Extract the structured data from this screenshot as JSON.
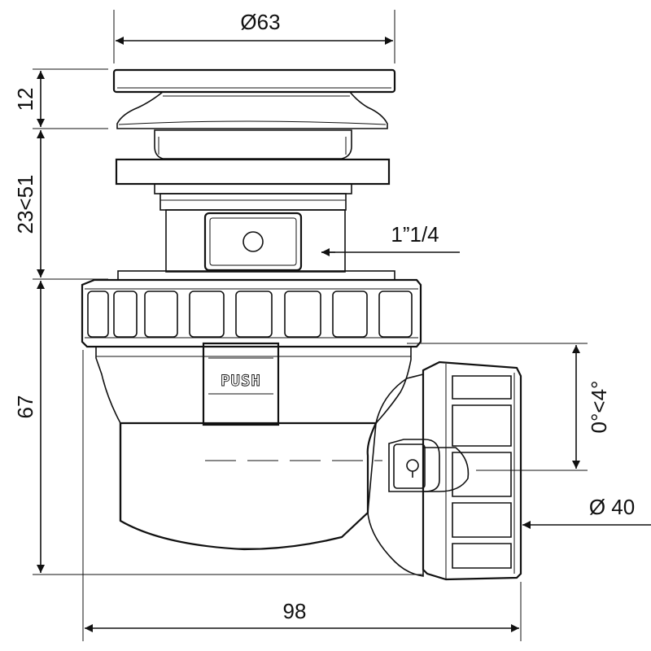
{
  "dimensions": {
    "top_diameter": "Ø63",
    "cap_height": "12",
    "adjust_range": "23<51",
    "body_height": "67",
    "thread": "1”1/4",
    "angle": "0°<4°",
    "outlet_diameter": "Ø 40",
    "total_width": "98"
  },
  "labels": {
    "push": "PUSH"
  },
  "colors": {
    "line": "#111111",
    "background": "#ffffff"
  }
}
